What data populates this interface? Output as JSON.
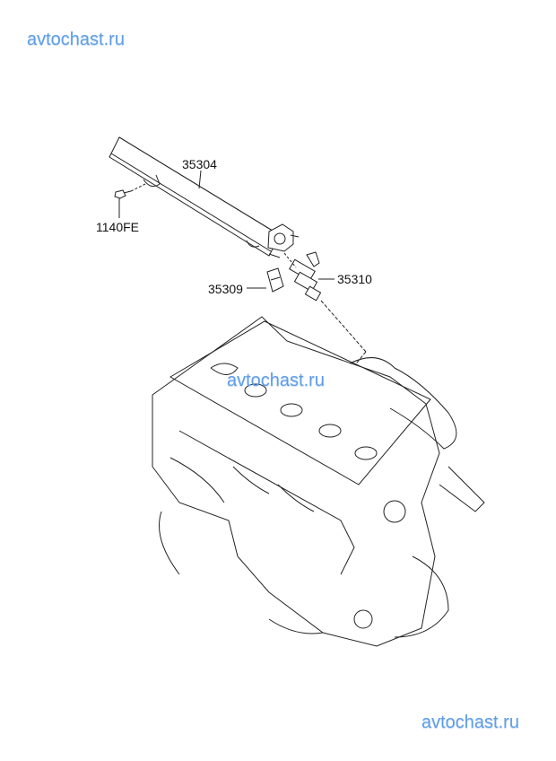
{
  "watermarks": {
    "top": "avtochast.ru",
    "middle": "avtochast.ru",
    "bottom": "avtochast.ru"
  },
  "parts": [
    {
      "code": "35304",
      "name_hint": "fuel-rail"
    },
    {
      "code": "1140FE",
      "name_hint": "bolt"
    },
    {
      "code": "35309",
      "name_hint": "clip"
    },
    {
      "code": "35310",
      "name_hint": "injector"
    }
  ],
  "colors": {
    "watermark": "#5f9ee9",
    "line": "#222222"
  }
}
